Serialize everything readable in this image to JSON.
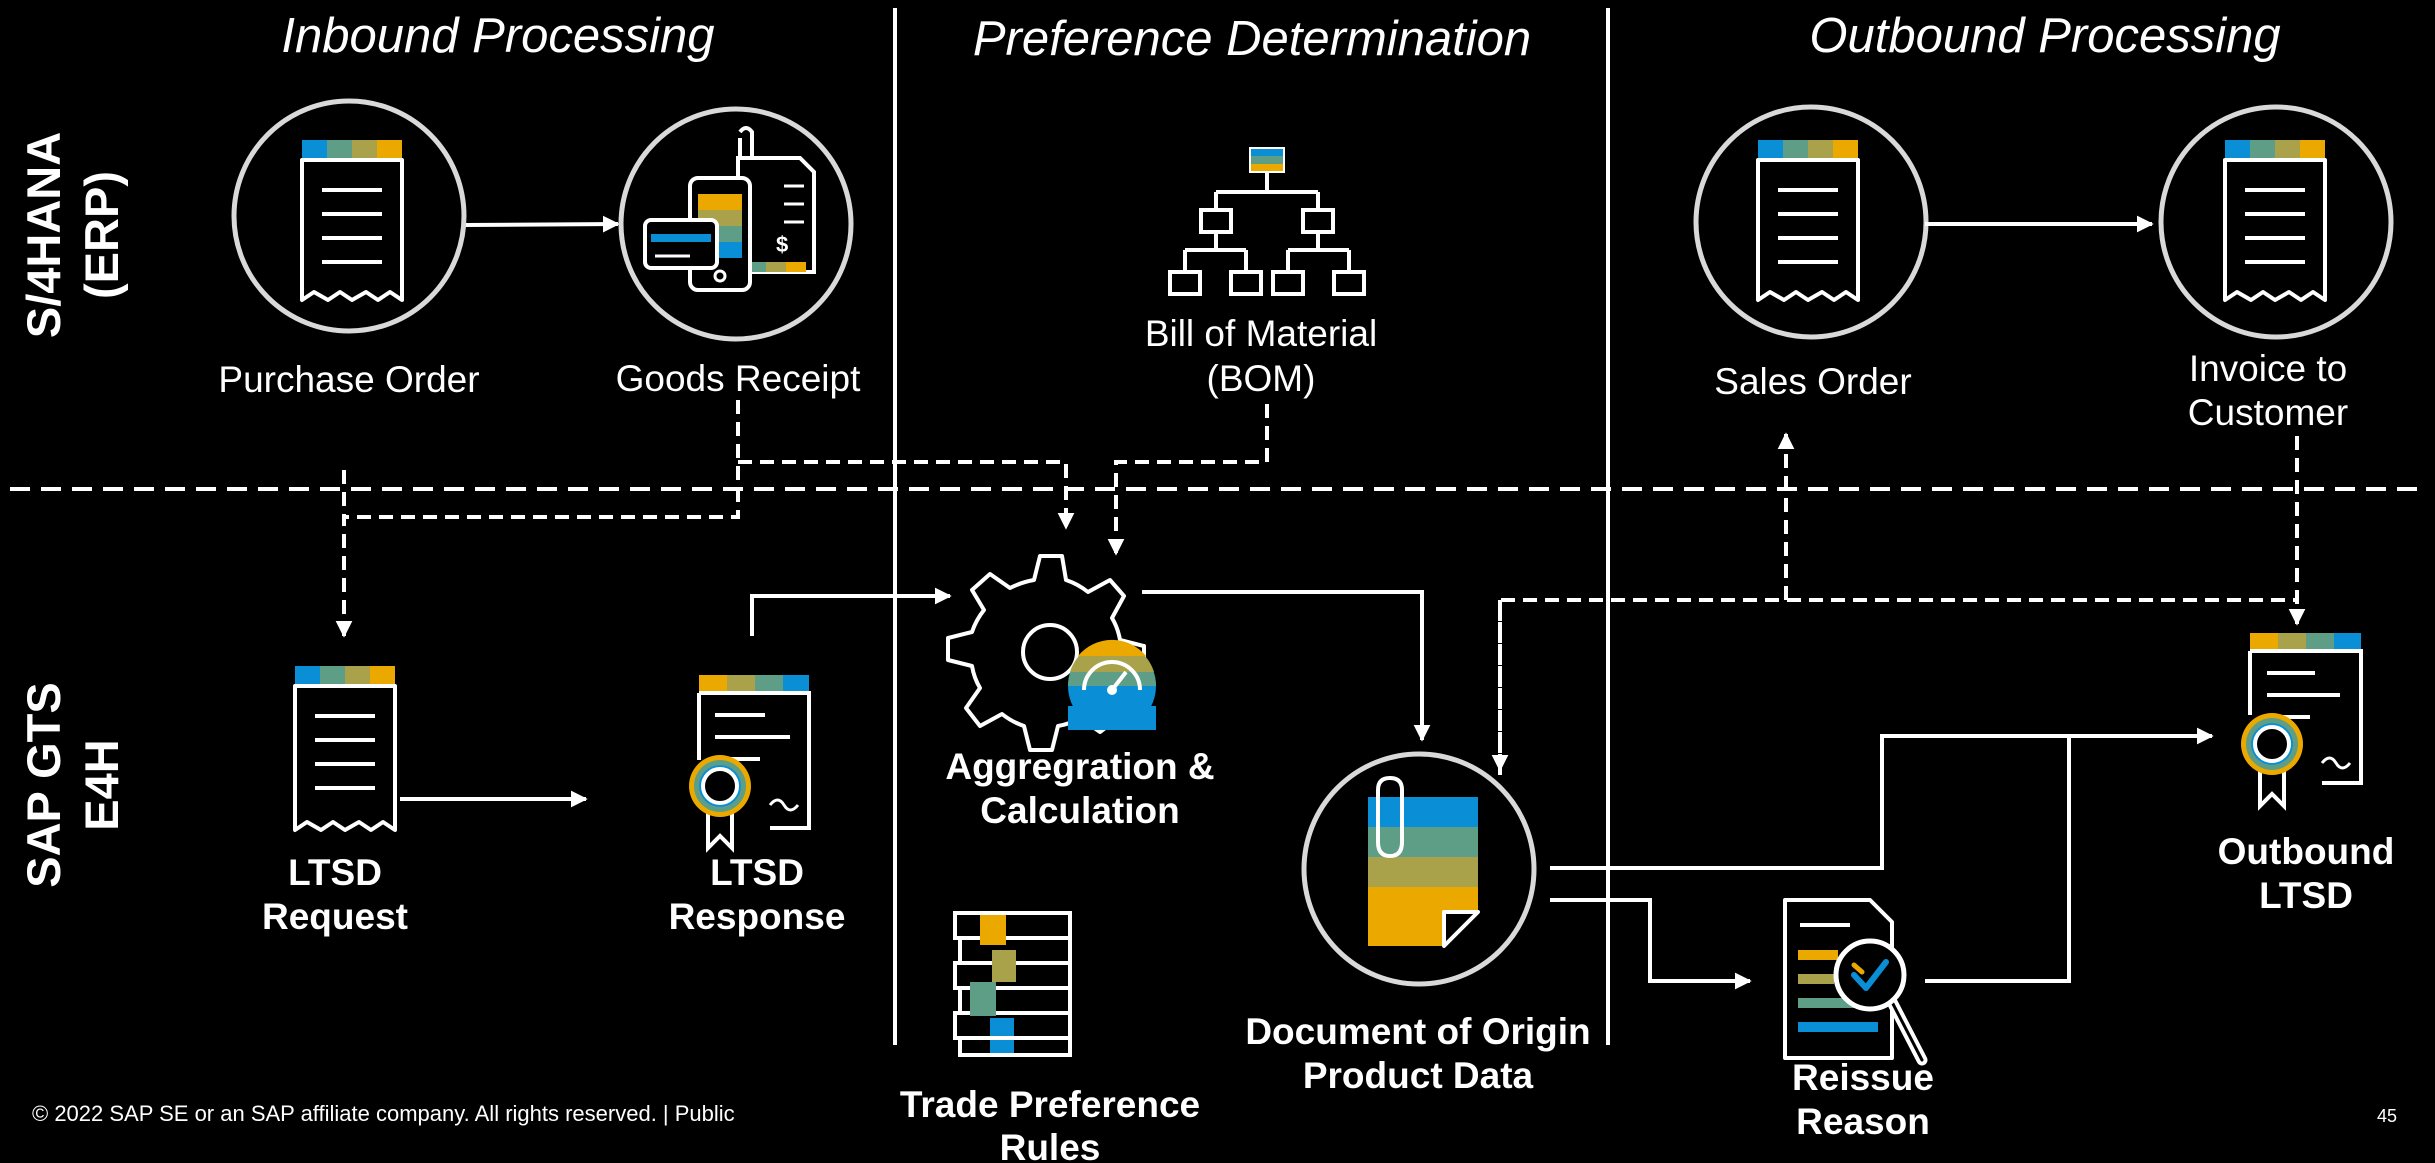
{
  "columns": {
    "inbound": "Inbound Processing",
    "preference": "Preference Determination",
    "outbound": "Outbound Processing"
  },
  "rows": {
    "erp_line1": "S/4HANA",
    "erp_line2": "(ERP)",
    "gts_line1": "SAP GTS",
    "gts_line2": "E4H"
  },
  "nodes": {
    "purchase_order": "Purchase Order",
    "goods_receipt": "Goods Receipt",
    "bom_line1": "Bill of Material",
    "bom_line2": "(BOM)",
    "sales_order": "Sales Order",
    "invoice_line1": "Invoice to",
    "invoice_line2": "Customer",
    "ltsd_request_line1": "LTSD",
    "ltsd_request_line2": "Request",
    "ltsd_response_line1": "LTSD",
    "ltsd_response_line2": "Response",
    "aggregation_line1": "Aggregration &",
    "aggregation_line2": "Calculation",
    "trade_rules_line1": "Trade Preference",
    "trade_rules_line2": "Rules",
    "doc_origin_line1": "Document of Origin",
    "doc_origin_line2": "Product Data",
    "reissue_line1": "Reissue",
    "reissue_line2": "Reason",
    "outbound_ltsd_line1": "Outbound",
    "outbound_ltsd_line2": "LTSD"
  },
  "footer": {
    "copyright": "© 2022 SAP SE or an SAP affiliate company. All rights reserved.  |  Public",
    "page_number": "45"
  },
  "colors": {
    "background": "#000000",
    "line": "#ffffff",
    "circle": "#d9d9d9",
    "blue": "#0a8fd6",
    "teal": "#5e9e86",
    "olive": "#a9a24a",
    "gold": "#eba900"
  },
  "icons": [
    "document-icon",
    "payment-device-icon",
    "org-tree-icon",
    "gear-icon",
    "gauge-icon",
    "certificate-icon",
    "stacked-books-icon",
    "clipped-document-icon",
    "magnifier-document-icon"
  ]
}
